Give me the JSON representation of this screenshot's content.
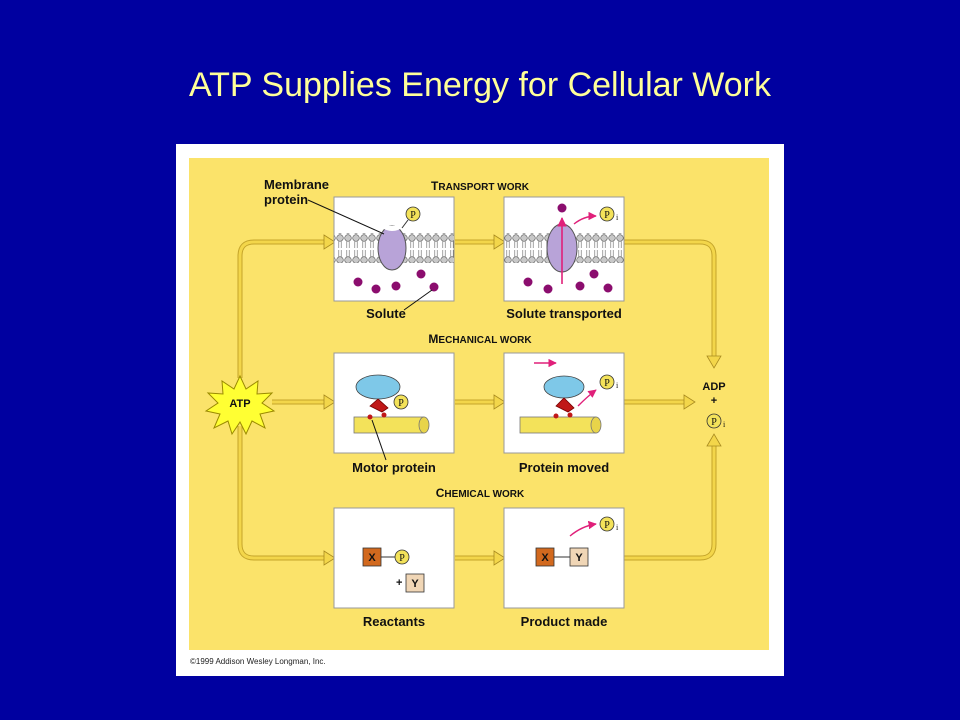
{
  "slide": {
    "title": "ATP Supplies Energy for Cellular Work"
  },
  "diagram": {
    "sections": {
      "transport": {
        "initial": "T",
        "rest": "RANSPORT WORK"
      },
      "mechanical": {
        "initial": "M",
        "rest": "ECHANICAL WORK"
      },
      "chemical": {
        "initial": "C",
        "rest": "HEMICAL WORK"
      }
    },
    "labels": {
      "membrane_line1": "Membrane",
      "membrane_line2": "protein",
      "solute": "Solute",
      "solute_transported": "Solute transported",
      "motor_protein": "Motor protein",
      "protein_moved": "Protein moved",
      "reactants": "Reactants",
      "product_made": "Product made"
    },
    "atp": "ATP",
    "adp": "ADP",
    "plus": "+",
    "phosphate": "P",
    "phosphate_sub": "i",
    "molecule_x": "X",
    "molecule_y": "Y",
    "copyright": "©1999 Addison Wesley Longman, Inc.",
    "colors": {
      "panel": "#fbe36a",
      "protein": "#b8a3d8",
      "solute": "#8b0d6e",
      "motor": "#7ec8e8",
      "cytoskeleton": "#f3e25a",
      "arrow_fill": "#f3d64a",
      "x_box": "#d2691e",
      "y_box": "#f0d6b6",
      "atp_star": "#ffff33",
      "pink_arrow": "#e0207a"
    }
  }
}
